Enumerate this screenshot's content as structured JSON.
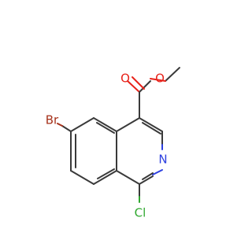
{
  "molecule": {
    "atoms": {
      "bromine": {
        "label": "Br",
        "color": "#a6321b"
      },
      "nitrogen": {
        "label": "N",
        "color": "#2c3fe0"
      },
      "chlorine": {
        "label": "Cl",
        "color": "#2fa82f"
      },
      "carbonyl_oxygen": {
        "label": "O",
        "color": "#e8231b"
      },
      "ester_oxygen": {
        "label": "O",
        "color": "#e8231b"
      }
    }
  }
}
